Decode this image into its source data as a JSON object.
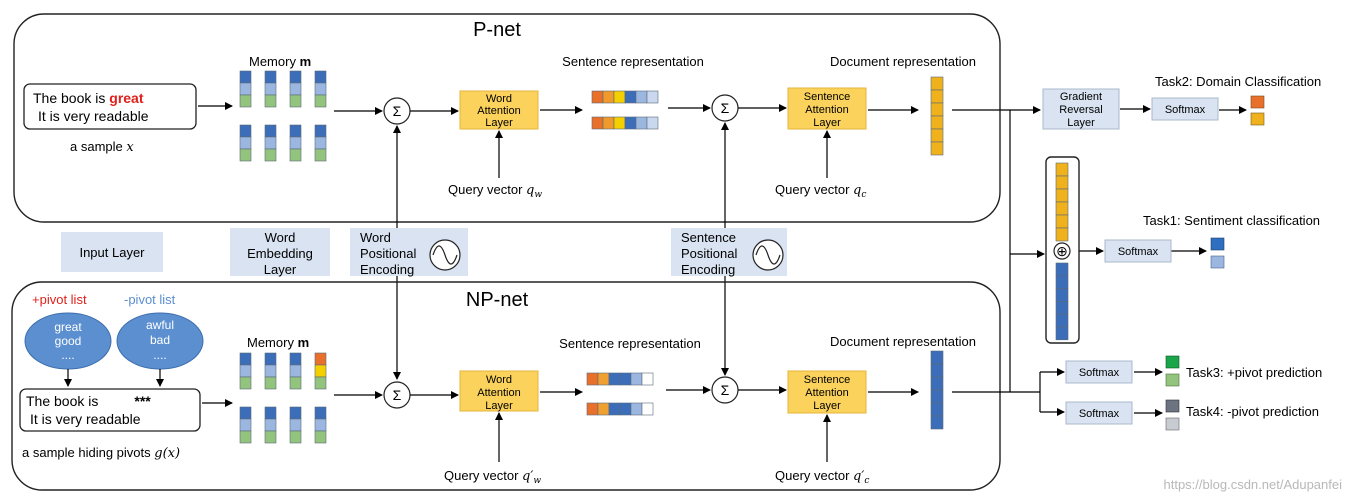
{
  "pnet": {
    "title": "P-net",
    "sample_line1": "The book  is",
    "sample_highlight": "great",
    "sample_line2": "It    is   very readable",
    "sample_caption": "a sample",
    "sample_var": "x",
    "memory_label": "Memory",
    "memory_var": "m",
    "sum_symbol": "Σ",
    "word_attention": [
      "Word",
      "Attention",
      "Layer"
    ],
    "sentence_representation": "Sentence representation",
    "sentence_attention": [
      "Sentence",
      "Attention",
      "Layer"
    ],
    "document_representation": "Document  representation",
    "query_word": "Query vector",
    "query_word_var": "q",
    "query_word_sub": "w",
    "query_sent": "Query vector",
    "query_sent_var": "q",
    "query_sent_sub": "c"
  },
  "middle": {
    "input_layer": "Input Layer",
    "word_embedding": [
      "Word",
      "Embedding",
      "Layer"
    ],
    "word_positional": [
      "Word",
      "Positional",
      "Encoding"
    ],
    "sentence_positional": [
      "Sentence",
      "Positional",
      "Encoding"
    ]
  },
  "npnet": {
    "title": "NP-net",
    "pos_pivot_label": "+pivot list",
    "neg_pivot_label": "-pivot list",
    "pos_pivots": [
      "great",
      "good",
      "...."
    ],
    "neg_pivots": [
      "awful",
      "bad",
      "...."
    ],
    "sample_line1": "The  book   is",
    "sample_mask": "***",
    "sample_line2": "It      is    very readable",
    "sample_caption": "a sample  hiding pivots",
    "sample_func": "g(x)",
    "memory_label": "Memory",
    "memory_var": "m",
    "sum_symbol": "Σ",
    "word_attention": [
      "Word",
      "Attention",
      "Layer"
    ],
    "sentence_representation": "Sentence representation",
    "sentence_attention": [
      "Sentence",
      "Attention",
      "Layer"
    ],
    "document_representation": "Document  representation",
    "query_word": "Query vector",
    "query_word_var": "q′",
    "query_word_sub": "w",
    "query_sent": "Query vector",
    "query_sent_var": "q′",
    "query_sent_sub": "c"
  },
  "tasks": {
    "gradient_reversal": [
      "Gradient",
      "Reversal",
      "Layer"
    ],
    "softmax": "Softmax",
    "concat_symbol": "⊕",
    "task1": "Task1:  Sentiment  classification",
    "task2": "Task2:  Domain  Classification",
    "task3": "Task3:  +pivot  prediction",
    "task4": "Task4:  -pivot  prediction"
  },
  "watermark": "https://blog.csdn.net/Adupanfei",
  "colors": {
    "orange": "#f0a030",
    "yellow_box": "#fbd35c",
    "red_highlight": "#e0201a",
    "blue_cell": "#3b6db8",
    "light_blue_cell": "#9bb7e0",
    "green_cell": "#93c47d",
    "pivot_ellipse": "#5b8fd0",
    "gray_box": "#d9e3f1"
  }
}
